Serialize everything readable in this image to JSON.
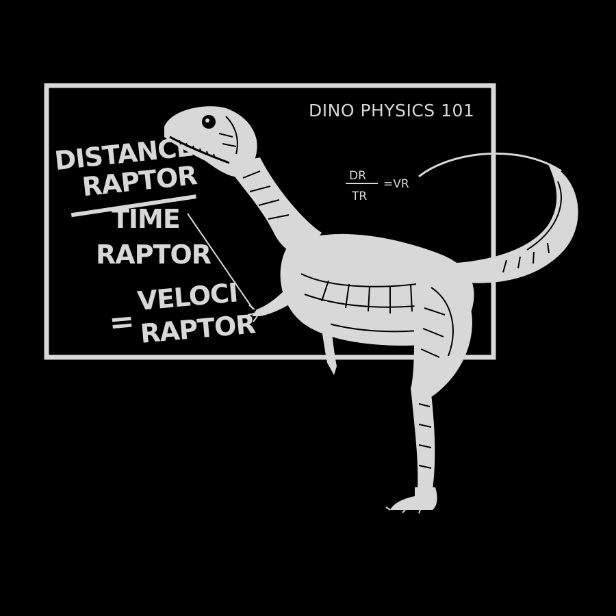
{
  "board": {
    "title": "DINO PHYSICS 101"
  },
  "equation": {
    "numerator_line1": "DISTANCE",
    "numerator_line2": "RAPTOR",
    "denominator_line1": "TIME",
    "denominator_line2": "RAPTOR",
    "equals": "=",
    "result_line1": "VELOCI",
    "result_line2": "RAPTOR"
  },
  "small_formula": {
    "numerator": "DR",
    "denominator": "TR",
    "result": "=VR"
  },
  "colors": {
    "background": "#000000",
    "chalk": "#d8d8d8"
  },
  "illustration": {
    "subject": "velociraptor-pointing-at-chalkboard"
  }
}
